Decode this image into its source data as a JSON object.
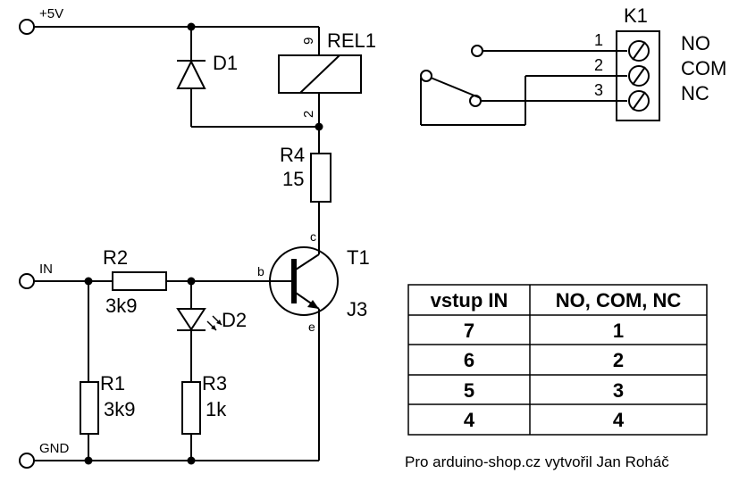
{
  "nets": {
    "vcc": "+5V",
    "input": "IN",
    "ground": "GND"
  },
  "relay": {
    "ref": "REL1",
    "pin_top": "9",
    "pin_bottom": "2"
  },
  "diode": {
    "ref": "D1"
  },
  "resistors": {
    "r4": {
      "ref": "R4",
      "value": "15"
    },
    "r2": {
      "ref": "R2",
      "value": "3k9"
    },
    "r1": {
      "ref": "R1",
      "value": "3k9"
    },
    "r3": {
      "ref": "R3",
      "value": "1k"
    }
  },
  "led": {
    "ref": "D2"
  },
  "transistor": {
    "ref": "T1",
    "type": "J3",
    "collector": "c",
    "base": "b",
    "emitter": "e"
  },
  "connector": {
    "ref": "K1",
    "pins": [
      "1",
      "2",
      "3"
    ],
    "labels": [
      "NO",
      "COM",
      "NC"
    ]
  },
  "table": {
    "headers": [
      "vstup IN",
      "NO, COM, NC"
    ],
    "rows": [
      [
        "7",
        "1"
      ],
      [
        "6",
        "2"
      ],
      [
        "5",
        "3"
      ],
      [
        "4",
        "4"
      ]
    ]
  },
  "credit": "Pro arduino-shop.cz vytvořil Jan Roháč"
}
